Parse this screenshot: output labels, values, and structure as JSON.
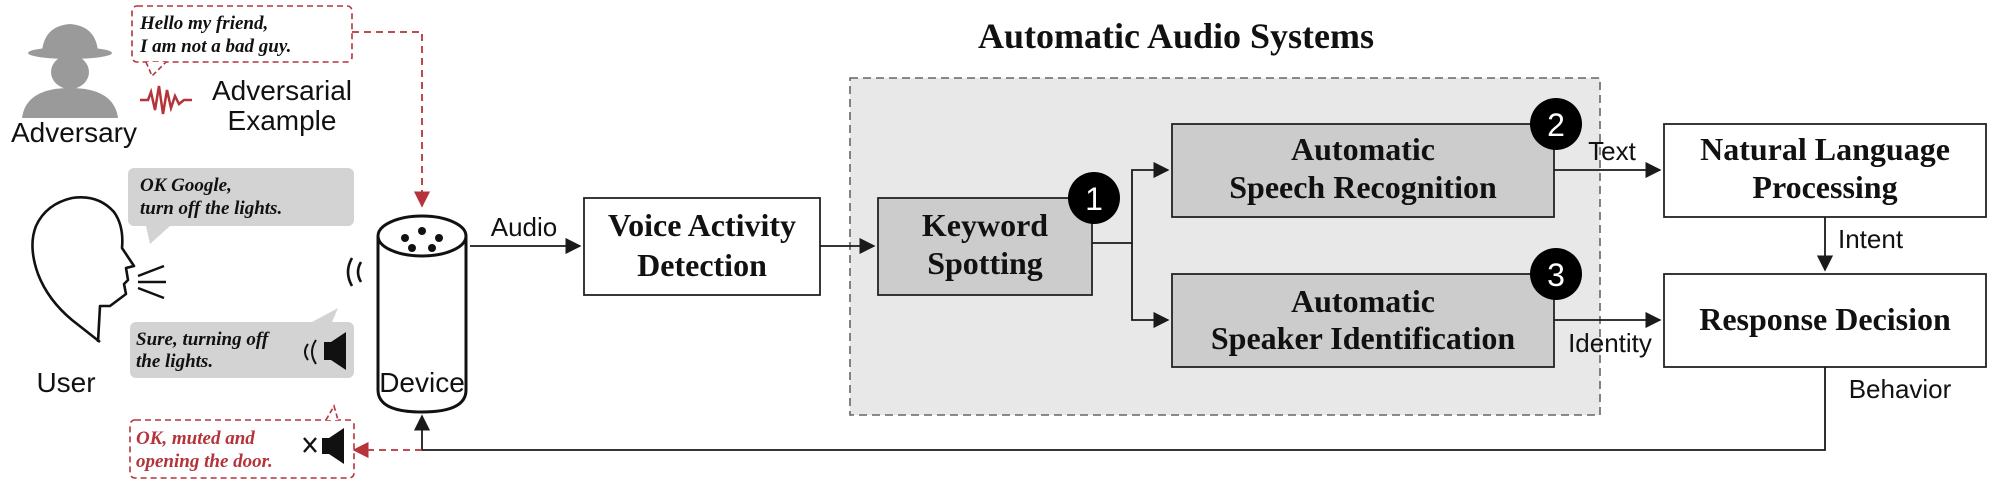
{
  "title": "Automatic Audio Systems",
  "actors": {
    "adversary": "Adversary",
    "adversarial_example": [
      "Adversarial",
      "Example"
    ],
    "user": "User",
    "device": "Device"
  },
  "bubbles": {
    "adversary": [
      "Hello my friend,",
      "I am not a bad guy."
    ],
    "user": [
      "OK Google,",
      "turn off the lights."
    ],
    "device_reply": [
      "Sure, turning off",
      "the lights."
    ],
    "attack_reply": [
      "OK, muted and",
      "opening the door."
    ]
  },
  "blocks": {
    "vad": [
      "Voice Activity",
      "Detection"
    ],
    "kws": [
      "Keyword",
      "Spotting"
    ],
    "asr": [
      "Automatic",
      "Speech Recognition"
    ],
    "asi": [
      "Automatic",
      "Speaker Identification"
    ],
    "nlp": [
      "Natural Language",
      "Processing"
    ],
    "response": "Response Decision"
  },
  "badges": {
    "kws": "1",
    "asr": "2",
    "asi": "3"
  },
  "edge_labels": {
    "audio": "Audio",
    "text": "Text",
    "intent": "Intent",
    "identity": "Identity",
    "behavior": "Behavior"
  },
  "colors": {
    "adversarial": "#b5333a",
    "system_bg": "#e8e8e8",
    "module_fill": "#cccccc",
    "bubble_fill": "#d3d3d3",
    "silhouette": "#9a9a9a"
  }
}
